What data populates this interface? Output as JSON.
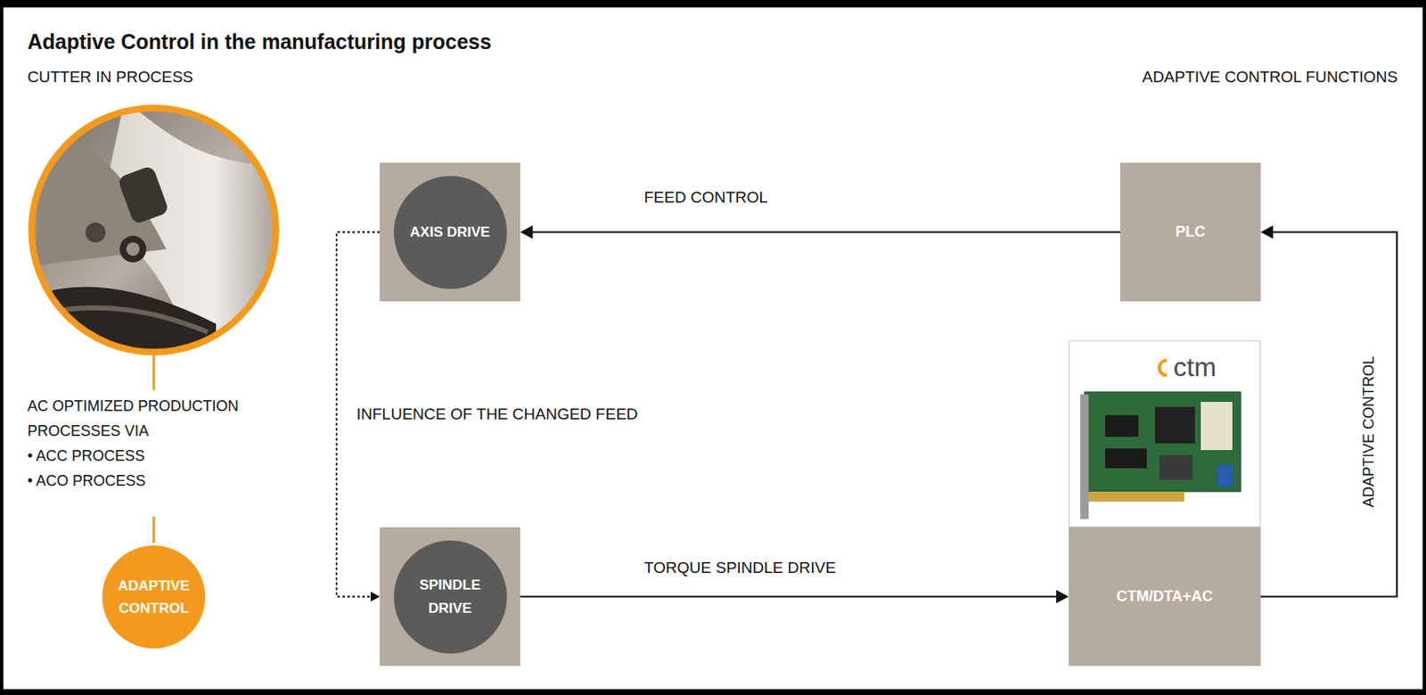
{
  "diagram": {
    "title": "Adaptive Control in the manufacturing process",
    "nodes": [
      {
        "text": [
          "AXIS DRIVE"
        ]
      },
      {
        "text": [
          "PLC"
        ]
      },
      {
        "text": [
          "SPINDLE DRIVE"
        ]
      },
      {
        "text": [
          "CTM/DTA+AC"
        ]
      },
      {
        "text": [
          "ADAPTIVE CONTROL"
        ]
      }
    ],
    "edges": [
      {
        "from": 1,
        "to": 0,
        "label": "FEED CONTROL",
        "arrow": "to"
      },
      {
        "from": 0,
        "to": 2,
        "label": "INFLUENCE OF THE CHANGED FEED",
        "arrow": "to"
      },
      {
        "from": 2,
        "to": 3,
        "label": "TORQUE SPINDLE DRIVE",
        "arrow": "to"
      },
      {
        "from": 3,
        "to": 1,
        "label": "ADAPTIVE CONTROL",
        "arrow": "to"
      }
    ],
    "labels": [
      "CUTTER IN PROCESS",
      "ADAPTIVE CONTROL FUNCTIONS",
      "AC OPTIMIZED PRODUCTION PROCESSES VIA",
      "• ACC PROCESS",
      "• ACO PROCESS",
      "ctm"
    ]
  }
}
